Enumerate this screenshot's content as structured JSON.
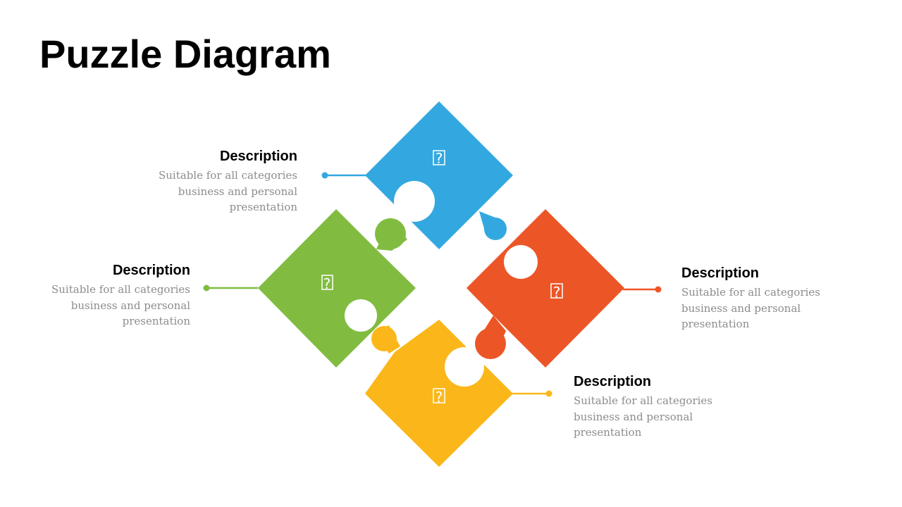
{
  "title": "Puzzle Diagram",
  "pieces": [
    {
      "id": "top",
      "color": "#33A8E0",
      "icon": "placeholder-glyph-icon",
      "glyph": "?"
    },
    {
      "id": "left",
      "color": "#81BC41",
      "icon": "placeholder-glyph-icon",
      "glyph": "?"
    },
    {
      "id": "right",
      "color": "#EC5627",
      "icon": "placeholder-glyph-icon",
      "glyph": "?"
    },
    {
      "id": "bottom",
      "color": "#FBB719",
      "icon": "placeholder-glyph-icon",
      "glyph": "?"
    }
  ],
  "callouts": [
    {
      "id": "top-left",
      "heading": "Description",
      "lines": [
        "Suitable for all categories",
        "business and personal",
        "presentation"
      ],
      "color": "#33A8E0"
    },
    {
      "id": "left",
      "heading": "Description",
      "lines": [
        "Suitable for all categories",
        "business and personal",
        "presentation"
      ],
      "color": "#81BC41"
    },
    {
      "id": "right",
      "heading": "Description",
      "lines": [
        "Suitable for all categories",
        "business and personal",
        "presentation"
      ],
      "color": "#EC5627"
    },
    {
      "id": "bottom-right",
      "heading": "Description",
      "lines": [
        "Suitable for all categories",
        "business and personal",
        "presentation"
      ],
      "color": "#FBB719"
    }
  ]
}
